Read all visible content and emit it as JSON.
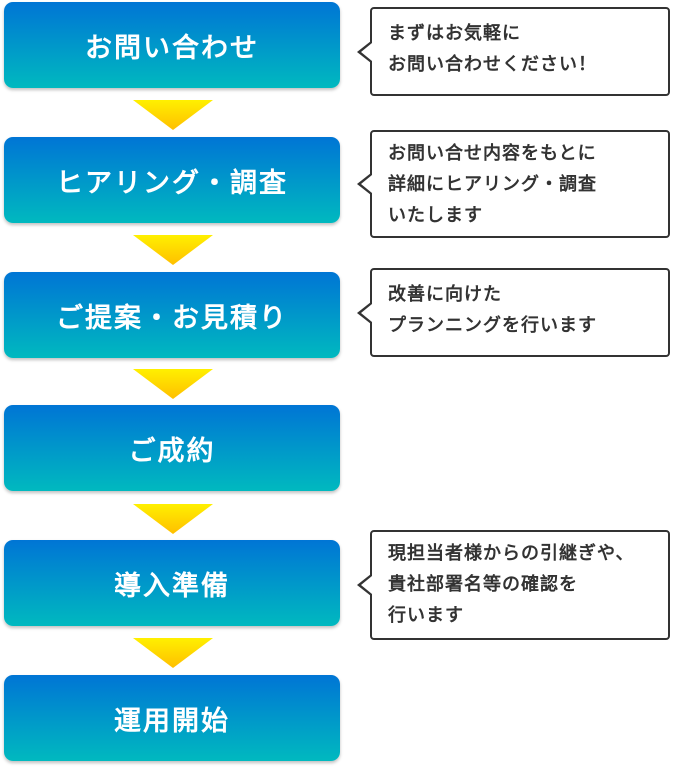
{
  "steps": [
    "お問い合わせ",
    "ヒアリング・調査",
    "ご提案・お見積り",
    "ご成約",
    "導入準備",
    "運用開始"
  ],
  "bubbles": [
    [
      "まずはお気軽に",
      "お問い合わせください！"
    ],
    [
      "お問い合せ内容をもとに",
      "詳細にヒアリング・調査",
      "いたします"
    ],
    [
      "改善に向けた",
      "プランニングを行います"
    ],
    [
      "現担当者様からの引継ぎや、",
      "貴社部署名等の確認を",
      "行います"
    ]
  ]
}
